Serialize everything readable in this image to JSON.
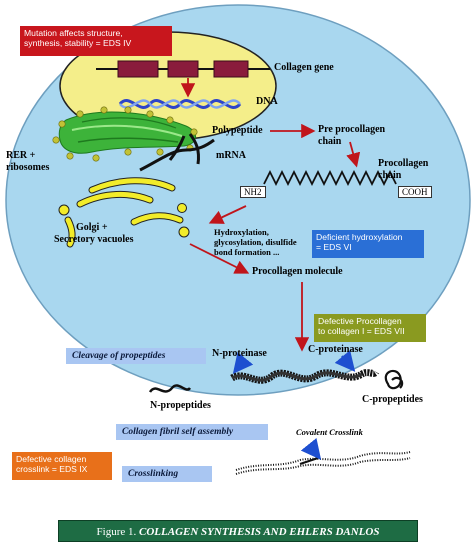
{
  "boxes": {
    "eds4": [
      "Mutation affects structure,",
      "synthesis, stability = EDS IV"
    ],
    "eds6": [
      "Deficient hydroxylation",
      "= EDS VI"
    ],
    "eds7": [
      "Defective Procollagen",
      "to collagen I = EDS VII"
    ],
    "eds9": [
      "Defective collagen",
      "crosslink = EDS IX"
    ]
  },
  "labels": {
    "collagen_gene": "Collagen gene",
    "dna": "DNA",
    "polypeptide": "Polypeptide",
    "pre_procollagen": [
      "Pre procollagen",
      "chain"
    ],
    "mrna": "mRNA",
    "rer": [
      "RER +",
      "ribosomes"
    ],
    "procollagen_chain": [
      "Procollagen",
      "chain"
    ],
    "nh2": "NH2",
    "cooh": "COOH",
    "golgi": [
      "Golgi +",
      "Secretory vacuoles"
    ],
    "hydroxylation": [
      "Hydroxylation,",
      "glycosylation, disulfide",
      "bond formation ..."
    ],
    "procollagen_molecule": "Procollagen molecule",
    "n_proteinase": "N-proteinase",
    "c_proteinase": "C-proteinase",
    "n_propeptides": "N-propeptides",
    "c_propeptides": "C-propeptides",
    "covalent_crosslink": "Covalent Crosslink"
  },
  "steps": {
    "cleavage": "Cleavage of propeptides",
    "fibril": "Collagen fibril self assembly",
    "crosslinking": "Crosslinking"
  },
  "caption": {
    "prefix": "Figure 1. ",
    "title": "COLLAGEN SYNTHESIS AND EHLERS DANLOS"
  },
  "colors": {
    "cell_fill": "#a9d7ef",
    "nucleus_fill": "#f4ee8a",
    "gene_block": "#8a1c3c",
    "rer_green": "#3db33a",
    "golgi_yellow": "#f2ec2a",
    "arrow_red": "#c0151b",
    "arrow_blue": "#1e4fd0",
    "caption_green": "#1e6c44"
  }
}
